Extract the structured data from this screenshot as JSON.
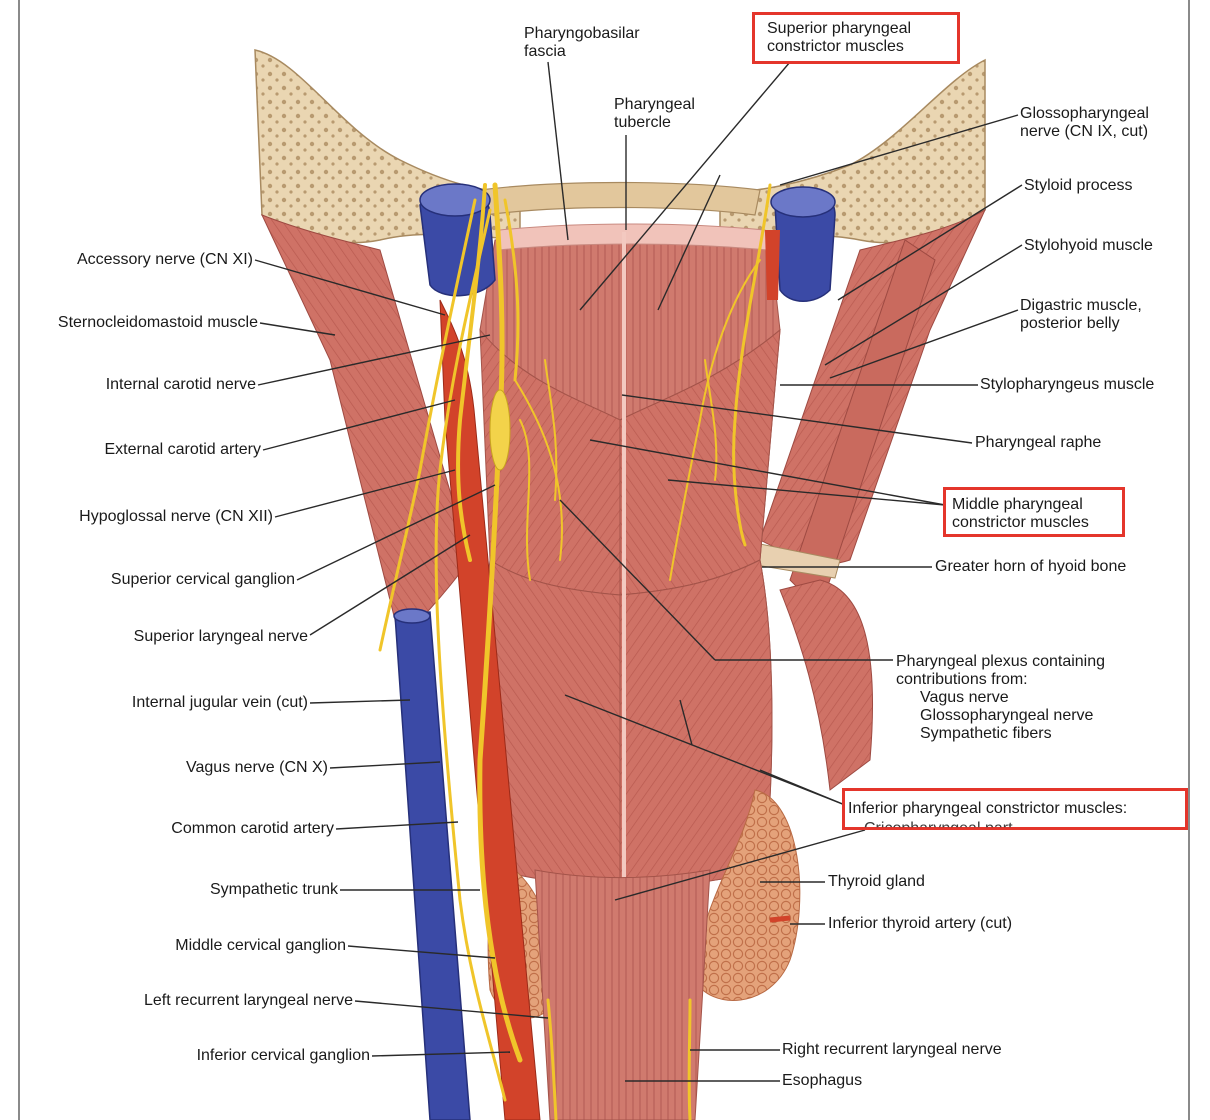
{
  "colors": {
    "highlight": "#e4352b",
    "muscle": "#c96a5e",
    "muscle_light": "#e5a49a",
    "bone": "#e9d4b0",
    "vein": "#3b4aa6",
    "artery": "#d2432a",
    "nerve": "#f0c52a",
    "gland": "#e09a70"
  },
  "labels": {
    "pharyngobasilar_fascia": [
      "Pharyngobasilar",
      "fascia"
    ],
    "superior_constrictor": [
      "Superior pharyngeal",
      "constrictor muscles"
    ],
    "pharyngeal_tubercle": [
      "Pharyngeal",
      "tubercle"
    ],
    "glossopharyngeal_nerve": [
      "Glossopharyngeal",
      "nerve (CN IX, cut)"
    ],
    "styloid_process": "Styloid process",
    "stylohyoid_muscle": "Stylohyoid muscle",
    "digastric_muscle": [
      "Digastric muscle,",
      "posterior belly"
    ],
    "stylopharyngeus_muscle": "Stylopharyngeus muscle",
    "pharyngeal_raphe": "Pharyngeal raphe",
    "middle_constrictor": [
      "Middle pharyngeal",
      "constrictor muscles"
    ],
    "greater_horn_hyoid": "Greater horn of hyoid bone",
    "pharyngeal_plexus": {
      "heading": [
        "Pharyngeal plexus containing",
        "contributions from:"
      ],
      "items": [
        "Vagus nerve",
        "Glossopharyngeal nerve",
        "Sympathetic fibers"
      ]
    },
    "inferior_constrictor": "Inferior pharyngeal constrictor muscles:",
    "cricopharyngeal_part": "Cricopharyngeal part",
    "thyroid_gland": "Thyroid gland",
    "inferior_thyroid_artery": "Inferior thyroid artery (cut)",
    "right_recurrent_laryngeal": "Right recurrent laryngeal nerve",
    "esophagus": "Esophagus",
    "accessory_nerve": "Accessory nerve (CN XI)",
    "sternocleidomastoid": "Sternocleidomastoid muscle",
    "internal_carotid_nerve": "Internal carotid nerve",
    "external_carotid_artery": "External carotid artery",
    "hypoglossal_nerve": "Hypoglossal nerve (CN XII)",
    "superior_cervical_ganglion": "Superior cervical ganglion",
    "superior_laryngeal_nerve": "Superior laryngeal nerve",
    "internal_jugular_vein": "Internal jugular vein (cut)",
    "vagus_nerve": "Vagus nerve (CN X)",
    "common_carotid_artery": "Common carotid artery",
    "sympathetic_trunk": "Sympathetic trunk",
    "middle_cervical_ganglion": "Middle cervical ganglion",
    "left_recurrent_laryngeal": "Left recurrent laryngeal nerve",
    "inferior_cervical_ganglion": "Inferior cervical ganglion"
  }
}
